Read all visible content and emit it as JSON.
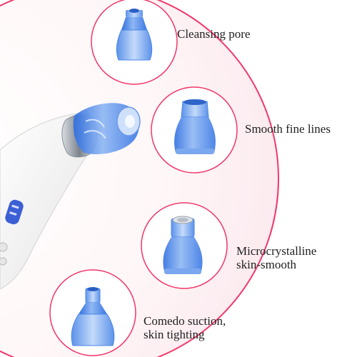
{
  "attachments": [
    {
      "label_lines": [
        "Cleansing pore"
      ],
      "icon": "round-hole-probe-icon"
    },
    {
      "label_lines": [
        "Smooth fine lines"
      ],
      "icon": "large-hole-probe-icon"
    },
    {
      "label_lines": [
        "Microcrystalline",
        "skin-smooth"
      ],
      "icon": "diamond-tip-probe-icon"
    },
    {
      "label_lines": [
        "Comedo suction,",
        "skin tighting"
      ],
      "icon": "small-hole-probe-icon"
    }
  ],
  "colors": {
    "ring": "#f0386b",
    "ring_fill": "#fbeef1",
    "probe_blue": "#4a86e8",
    "probe_light": "#a9c8f5",
    "device_white": "#f2f2f2",
    "chrome": "#9aa0a8",
    "button_blue": "#3d5fd6"
  }
}
